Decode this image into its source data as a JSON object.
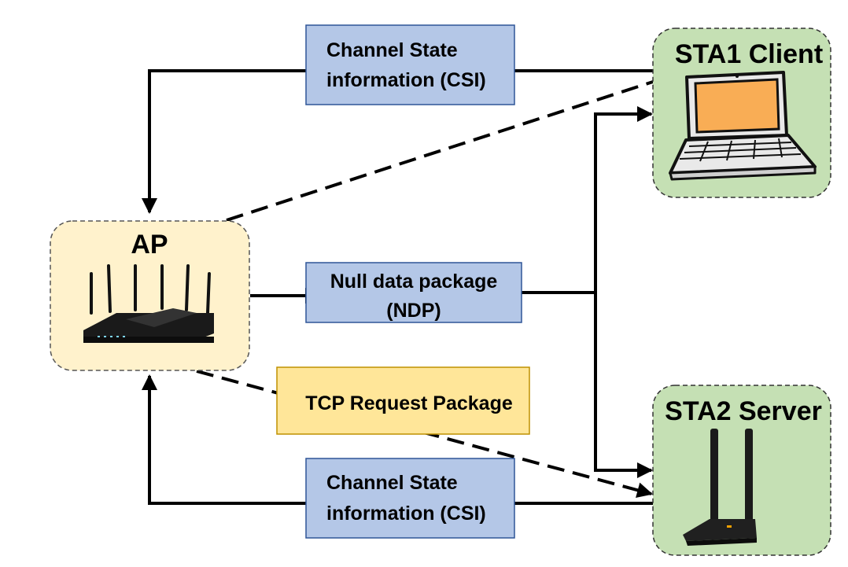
{
  "nodes": {
    "ap": {
      "title": "AP",
      "fill": "#fff2cc"
    },
    "sta1": {
      "title": "STA1 Client",
      "fill": "#c5e0b4"
    },
    "sta2": {
      "title": "STA2 Server",
      "fill": "#c5e0b4"
    }
  },
  "boxes": {
    "csi_top": {
      "line1": "Channel State",
      "line2": "information (CSI)",
      "fill": "#b4c7e7"
    },
    "ndp": {
      "line1": "Null data package",
      "line2": "(NDP)",
      "fill": "#b4c7e7"
    },
    "tcp": {
      "line1": "TCP Request Package",
      "fill": "#ffe699"
    },
    "csi_bottom": {
      "line1": "Channel State",
      "line2": "information (CSI)",
      "fill": "#b4c7e7"
    }
  },
  "icons": {
    "router": "wifi-router-icon",
    "laptop": "laptop-icon",
    "adapter": "usb-wifi-adapter-icon"
  }
}
